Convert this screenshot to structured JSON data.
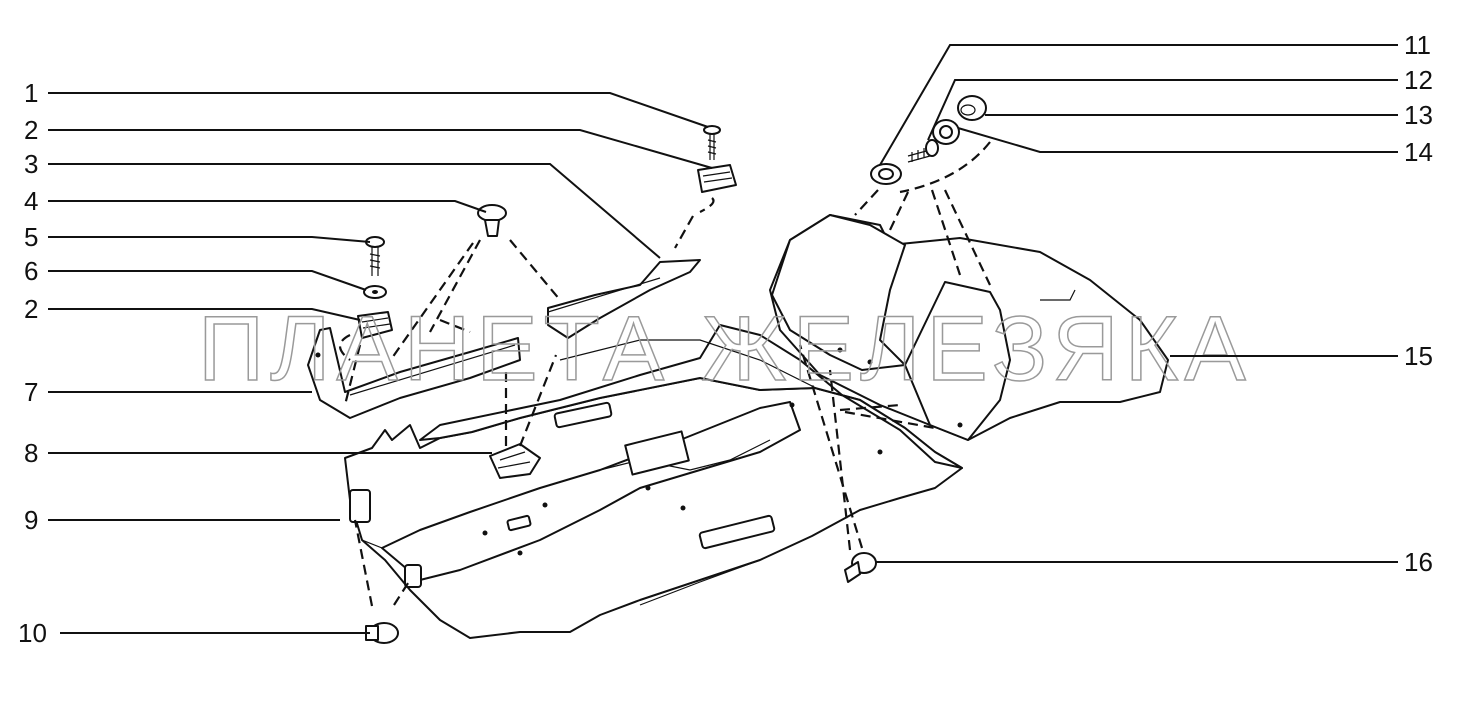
{
  "watermark": "ПЛАНЕТА ЖЕЛЕЗЯКА",
  "callouts": {
    "c1": "1",
    "c2a": "2",
    "c3": "3",
    "c4": "4",
    "c5": "5",
    "c6": "6",
    "c2b": "2",
    "c7": "7",
    "c8": "8",
    "c9": "9",
    "c10": "10",
    "c11": "11",
    "c12": "12",
    "c13": "13",
    "c14": "14",
    "c15": "15",
    "c16": "16"
  }
}
